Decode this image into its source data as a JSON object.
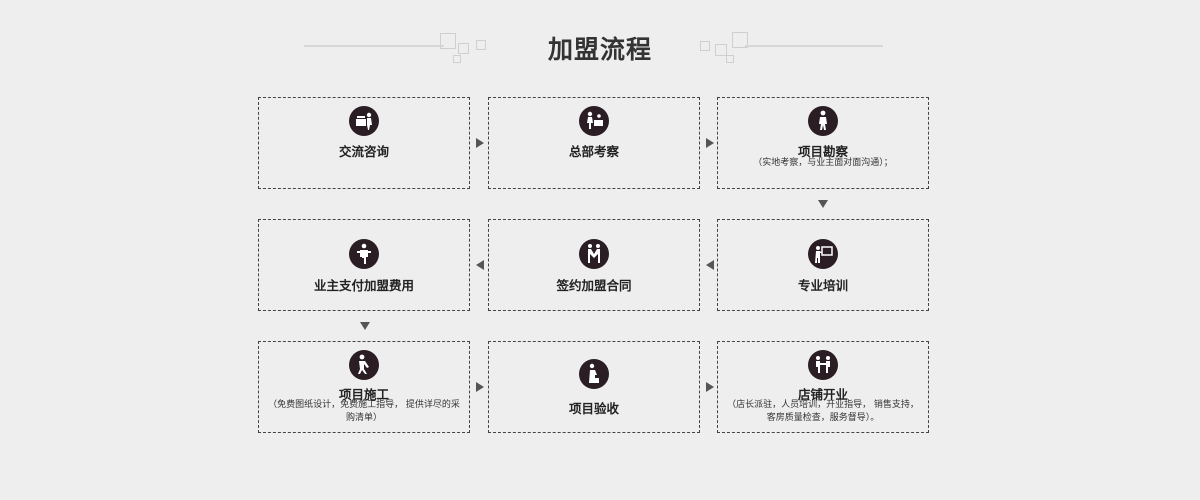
{
  "section_title": "加盟流程",
  "steps": [
    {
      "label": "交流咨询",
      "note": "",
      "icon": "consult-icon"
    },
    {
      "label": "总部考察",
      "note": "",
      "icon": "inspection-icon"
    },
    {
      "label": "项目勘察",
      "note": "（实地考察，与业主面对面沟通）；",
      "icon": "survey-icon"
    },
    {
      "label": "业主支付加盟费用",
      "note": "",
      "icon": "payment-icon"
    },
    {
      "label": "签约加盟合同",
      "note": "",
      "icon": "contract-icon"
    },
    {
      "label": "专业培训",
      "note": "",
      "icon": "training-icon"
    },
    {
      "label": "项目施工",
      "note": "（免费图纸设计，免费施工指导， 提供详尽的采购清单）",
      "icon": "construction-icon"
    },
    {
      "label": "项目验收",
      "note": "",
      "icon": "acceptance-icon"
    },
    {
      "label": "店铺开业",
      "note": "（店长派驻，人员培训，开业指导， 销售支持，客房质量检查，服务督导）。",
      "icon": "opening-icon"
    }
  ],
  "colors": {
    "background": "#efeeee",
    "icon_circle": "#2a1d24",
    "border": "#444444"
  }
}
